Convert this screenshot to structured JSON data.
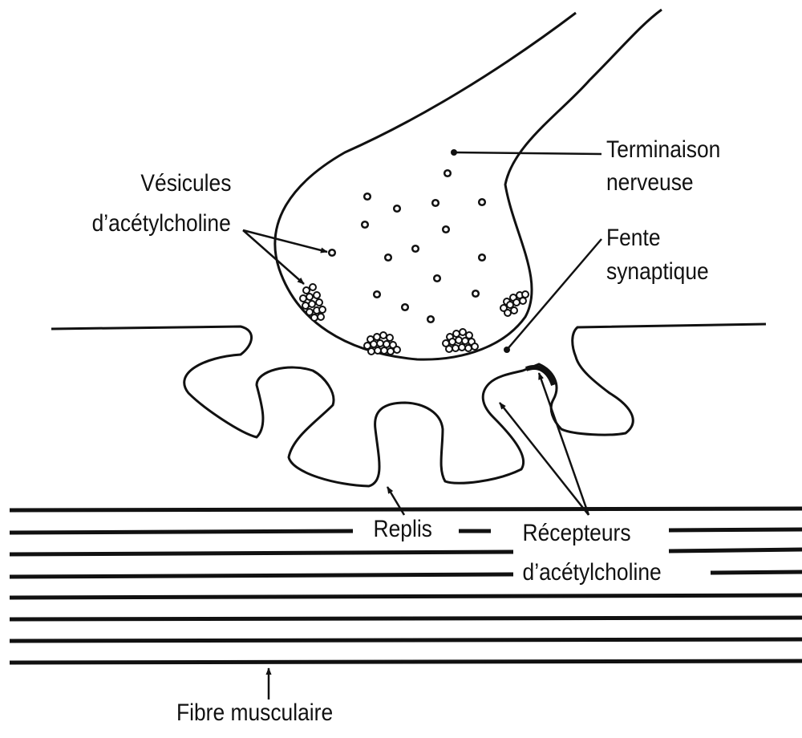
{
  "colors": {
    "ink": "#111111",
    "paper": "#ffffff"
  },
  "labels": {
    "vesicles_line1": "Vésicules",
    "vesicles_line2": "d’acétylcholine",
    "terminal_line1": "Terminaison",
    "terminal_line2": "nerveuse",
    "cleft_line1": "Fente",
    "cleft_line2": "synaptique",
    "folds": "Replis",
    "receptors_line1": "Récepteurs",
    "receptors_line2": "d’acétylcholine",
    "muscle_fibre": "Fibre musculaire"
  }
}
